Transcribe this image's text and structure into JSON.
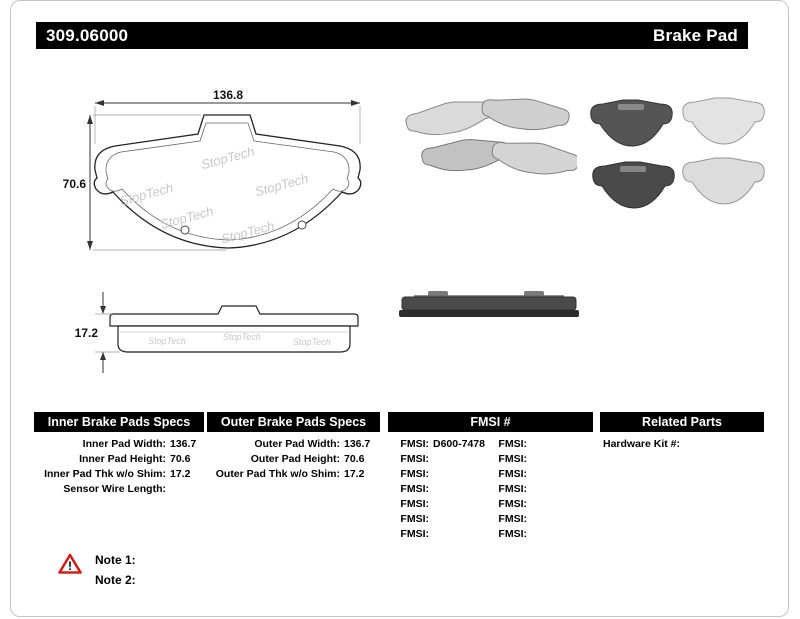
{
  "header": {
    "part_number": "309.06000",
    "title": "Brake Pad"
  },
  "diagram": {
    "width_dim": "136.8",
    "height_dim": "70.6",
    "thickness_dim": "17.2",
    "watermark": "StopTech"
  },
  "specs": {
    "inner": {
      "title": "Inner Brake Pads Specs",
      "rows": [
        {
          "label": "Inner Pad Width:",
          "value": "136.7"
        },
        {
          "label": "Inner Pad Height:",
          "value": "70.6"
        },
        {
          "label": "Inner Pad Thk w/o Shim:",
          "value": "17.2"
        },
        {
          "label": "Sensor Wire Length:",
          "value": ""
        }
      ]
    },
    "outer": {
      "title": "Outer Brake Pads Specs",
      "rows": [
        {
          "label": "Outer Pad Width:",
          "value": "136.7"
        },
        {
          "label": "Outer Pad Height:",
          "value": "70.6"
        },
        {
          "label": "Outer Pad Thk w/o Shim:",
          "value": "17.2"
        }
      ]
    },
    "fmsi": {
      "title": "FMSI #",
      "left": [
        {
          "label": "FMSI:",
          "value": "D600-7478"
        },
        {
          "label": "FMSI:",
          "value": ""
        },
        {
          "label": "FMSI:",
          "value": ""
        },
        {
          "label": "FMSI:",
          "value": ""
        },
        {
          "label": "FMSI:",
          "value": ""
        },
        {
          "label": "FMSI:",
          "value": ""
        },
        {
          "label": "FMSI:",
          "value": ""
        }
      ],
      "right": [
        {
          "label": "FMSI:",
          "value": ""
        },
        {
          "label": "FMSI:",
          "value": ""
        },
        {
          "label": "FMSI:",
          "value": ""
        },
        {
          "label": "FMSI:",
          "value": ""
        },
        {
          "label": "FMSI:",
          "value": ""
        },
        {
          "label": "FMSI:",
          "value": ""
        },
        {
          "label": "FMSI:",
          "value": ""
        }
      ]
    },
    "related": {
      "title": "Related Parts",
      "rows": [
        {
          "label": "Hardware Kit #:",
          "value": ""
        }
      ]
    }
  },
  "notes": {
    "items": [
      {
        "label": "Note 1:"
      },
      {
        "label": "Note 2:"
      }
    ]
  },
  "colors": {
    "header_bg": "#000000",
    "warning_red": "#cc2018"
  }
}
